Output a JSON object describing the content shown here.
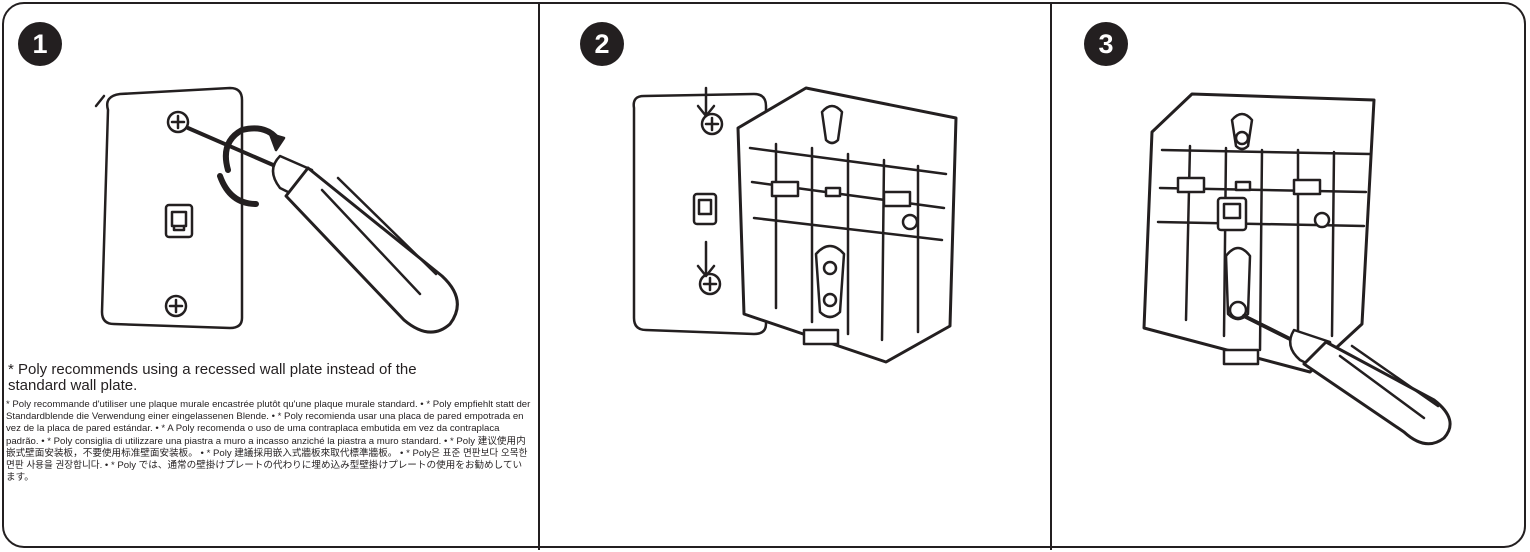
{
  "steps": [
    {
      "number": "1"
    },
    {
      "number": "2"
    },
    {
      "number": "3"
    }
  ],
  "note": {
    "main": "* Poly recommends using a recessed wall plate instead of the standard wall plate.",
    "translations": "* Poly recommande d'utiliser une plaque murale encastrée plutôt qu'une plaque murale standard. • * Poly empfiehlt statt der Standardblende die Verwendung einer eingelassenen Blende. • * Poly recomienda usar una placa de pared empotrada en vez de la placa de pared estándar. • * A Poly recomenda o uso de uma contraplaca embutida em vez da contraplaca padrão. • * Poly consiglia di utilizzare una piastra a muro a incasso anziché la piastra a muro standard. • * Poly 建议使用内嵌式壁面安装板，不要使用标准壁面安装板。 • * Poly 建議採用嵌入式牆板來取代標準牆板。 • * Poly은 표준 면판보다 오목한 면판 사용을 권장합니다. • * Poly では、通常の壁掛けプレートの代わりに埋め込み型壁掛けプレートの使用をお勧めしています。"
  },
  "colors": {
    "ink": "#231f20",
    "background": "#ffffff"
  },
  "illustrations": [
    {
      "step": "1",
      "icon": "screwdriver-on-wall-plate"
    },
    {
      "step": "2",
      "icon": "bracket-onto-wall-plate"
    },
    {
      "step": "3",
      "icon": "screwdriver-on-bracket"
    }
  ]
}
